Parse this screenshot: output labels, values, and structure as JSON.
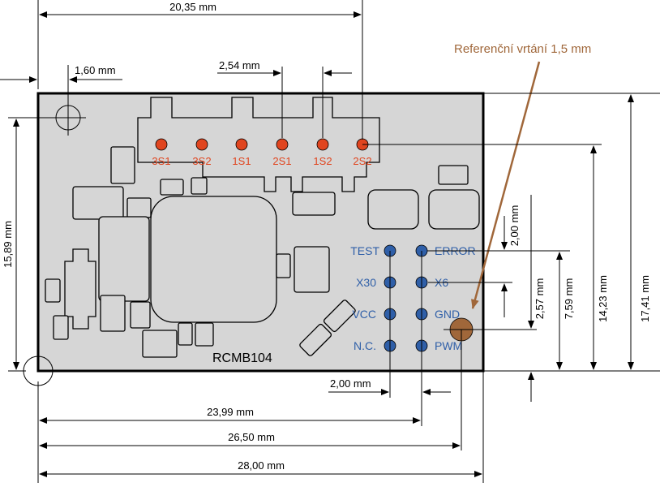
{
  "board": {
    "name": "RCMB104"
  },
  "reference": {
    "label": "Referenční vrtání 1,5 mm",
    "color": "#a0673a"
  },
  "pins_top": [
    "3S1",
    "3S2",
    "1S1",
    "2S1",
    "1S2",
    "2S2"
  ],
  "pins_left": [
    "TEST",
    "X30",
    "VCC",
    "N.C."
  ],
  "pins_right": [
    "ERROR",
    "X6",
    "GND",
    "PWM"
  ],
  "dimensions": {
    "top_width": "20,35 mm",
    "hole_offset": "1,60 mm",
    "pin_pitch": "2,54 mm",
    "left_height": "15,89 mm",
    "bottom_pitch": "2,00 mm",
    "w1": "23,99 mm",
    "w2": "26,50 mm",
    "w3": "28,00 mm",
    "right_pitch": "2,00 mm",
    "h1": "2,57 mm",
    "h2": "7,59 mm",
    "h3": "14,23 mm",
    "h4": "17,41 mm"
  },
  "colors": {
    "board_fill": "#d6d6d6",
    "top_pins": "#e0451f",
    "side_pins": "#2f5fa8",
    "ref_hole": "#a0673a"
  }
}
